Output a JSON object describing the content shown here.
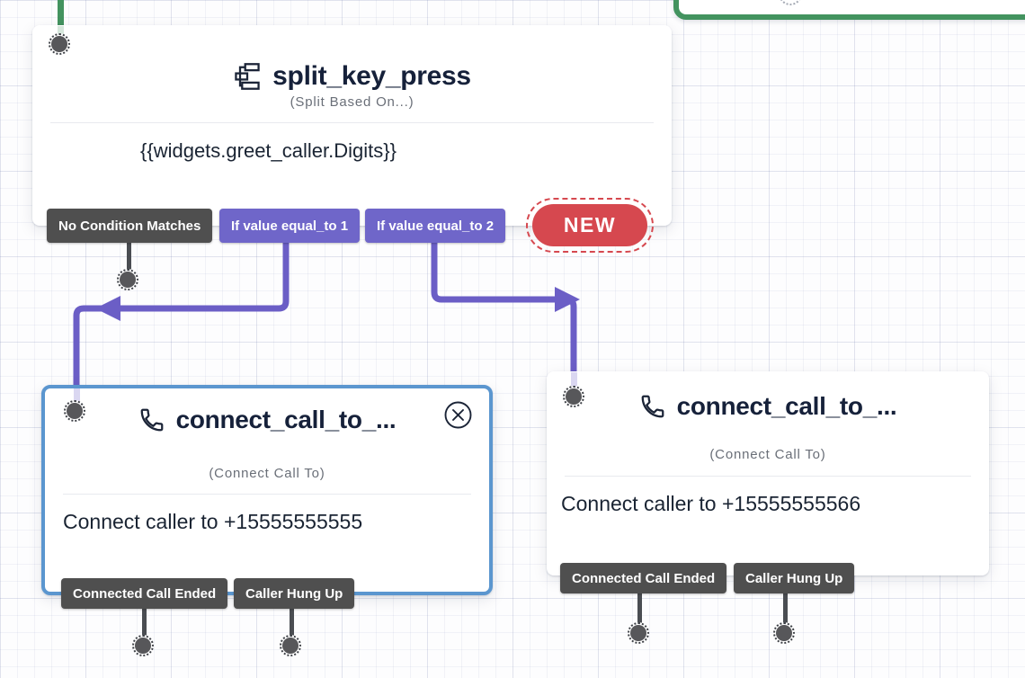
{
  "split_widget": {
    "title": "split_key_press",
    "type_label": "(Split Based On...)",
    "test_value": "{{widgets.greet_caller.Digits}}",
    "transitions": [
      {
        "label": "No Condition Matches"
      },
      {
        "label": "If value equal_to 1"
      },
      {
        "label": "If value equal_to 2"
      }
    ],
    "new_button_label": "NEW"
  },
  "connect_widget_left": {
    "title": "connect_call_to_...",
    "type_label": "(Connect Call To)",
    "body": "Connect caller to +15555555555",
    "selected": true,
    "transitions": [
      {
        "label": "Connected Call Ended"
      },
      {
        "label": "Caller Hung Up"
      }
    ]
  },
  "connect_widget_right": {
    "title": "connect_call_to_...",
    "type_label": "(Connect Call To)",
    "body": "Connect caller to +15555555566",
    "selected": false,
    "transitions": [
      {
        "label": "Connected Call Ended"
      },
      {
        "label": "Caller Hung Up"
      }
    ]
  },
  "colors": {
    "connector_purple": "#6b5ec6",
    "connector_green": "#43935f",
    "selected_border_blue": "#5b96cf",
    "tag_gray": "#4f4f4f",
    "tag_purple": "#6f66c9",
    "new_button_red": "#d6484f",
    "title_dark": "#16213a"
  }
}
